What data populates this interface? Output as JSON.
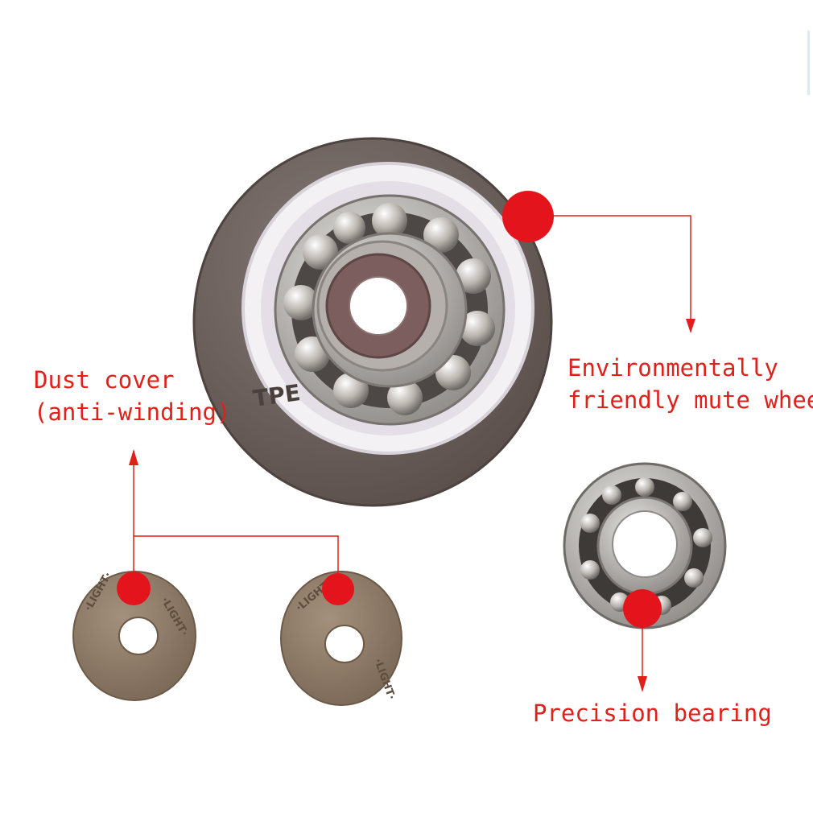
{
  "labels": {
    "wheel_line1": "Environmentally",
    "wheel_line2": "friendly mute wheel",
    "dust_line1": "Dust cover",
    "dust_line2": "(anti-winding)",
    "bearing": "Precision bearing"
  },
  "embossed_text": {
    "wheel": "TPE",
    "cover": "LIGHT"
  },
  "colors": {
    "callout_red": "#e0201a",
    "wheel_tire": "#6b5f5a",
    "cover_tan": "#8e7a66",
    "bearing_steel": "#b9b6b2"
  }
}
